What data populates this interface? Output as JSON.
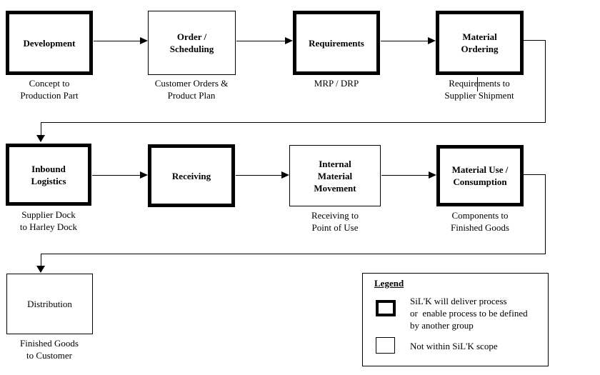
{
  "diagram": {
    "boxes": [
      {
        "id": "development",
        "label": "Development",
        "caption": "Concept to\nProduction Part",
        "style": "silk-process"
      },
      {
        "id": "order-scheduling",
        "label": "Order /\nScheduling",
        "caption": "Customer Orders &\nProduct Plan",
        "style": "out-of-scope"
      },
      {
        "id": "requirements",
        "label": "Requirements",
        "caption": "MRP / DRP",
        "style": "silk-process"
      },
      {
        "id": "material-ordering",
        "label": "Material\nOrdering",
        "caption": "Requirements to\nSupplier Shipment",
        "style": "silk-process"
      },
      {
        "id": "inbound-logistics",
        "label": "Inbound\nLogistics",
        "caption": "Supplier Dock\nto Harley Dock",
        "style": "silk-process"
      },
      {
        "id": "receiving",
        "label": "Receiving",
        "caption": "",
        "style": "silk-process"
      },
      {
        "id": "internal-material-movement",
        "label": "Internal\nMaterial\nMovement",
        "caption": "Receiving to\nPoint of Use",
        "style": "out-of-scope"
      },
      {
        "id": "material-use-consumption",
        "label": "Material Use /\nConsumption",
        "caption": "Components to\nFinished Goods",
        "style": "silk-process"
      },
      {
        "id": "distribution",
        "label": "Distribution",
        "caption": "Finished Goods\nto Customer",
        "style": "out-of-scope"
      }
    ]
  },
  "legend": {
    "title": "Legend",
    "items": [
      {
        "swatch": "silk-process",
        "label": "SiL'K will deliver process\nor  enable process to be defined\nby another group"
      },
      {
        "swatch": "out-of-scope",
        "label": "Not within SiL'K scope"
      }
    ]
  },
  "colors": {
    "line": "#000000",
    "background": "#ffffff"
  }
}
